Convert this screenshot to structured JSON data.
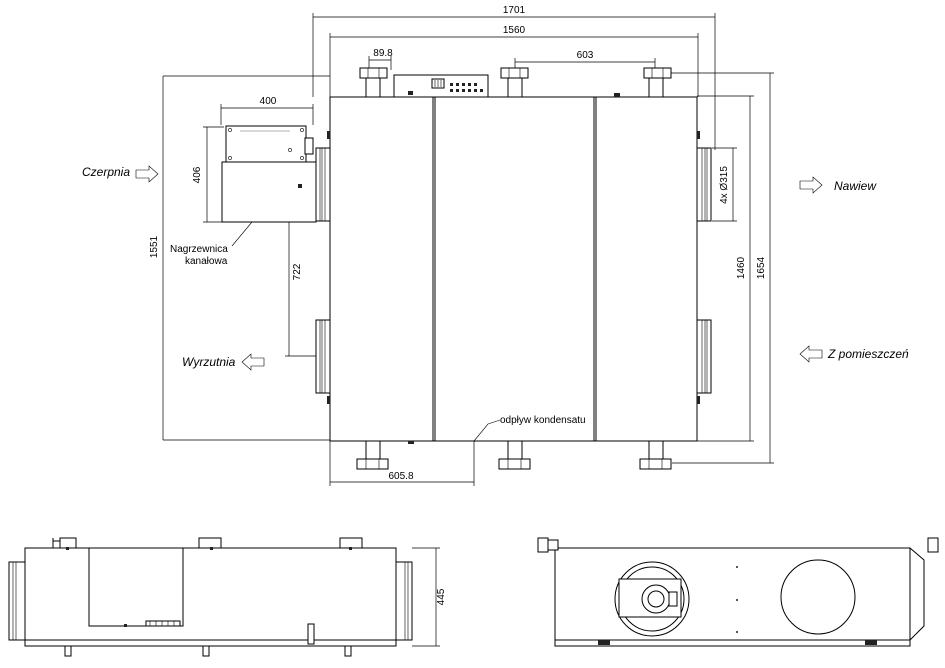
{
  "dimensions": {
    "overall_width": "1701",
    "inner_width": "1560",
    "bracket_width": "89.8",
    "bracket_offset": "603",
    "heater_width": "400",
    "heater_height": "406",
    "left_height": "1551",
    "duct_spacing": "722",
    "right_height_inner": "1460",
    "right_height_outer": "1654",
    "duct_diameter": "4x Ø315",
    "drain_offset": "605.8",
    "side_height": "445"
  },
  "labels": {
    "intake": "Czerpnia",
    "exhaust": "Wyrzutnia",
    "supply": "Nawiew",
    "from_room": "Z pomieszczeń",
    "heater_line1": "Nagrzewnica",
    "heater_line2": "kanałowa",
    "condensate": "odpływ kondensatu"
  },
  "icons": {
    "flow_arrow_right": "hollow-arrow-right-icon",
    "flow_arrow_left": "hollow-arrow-left-icon"
  }
}
